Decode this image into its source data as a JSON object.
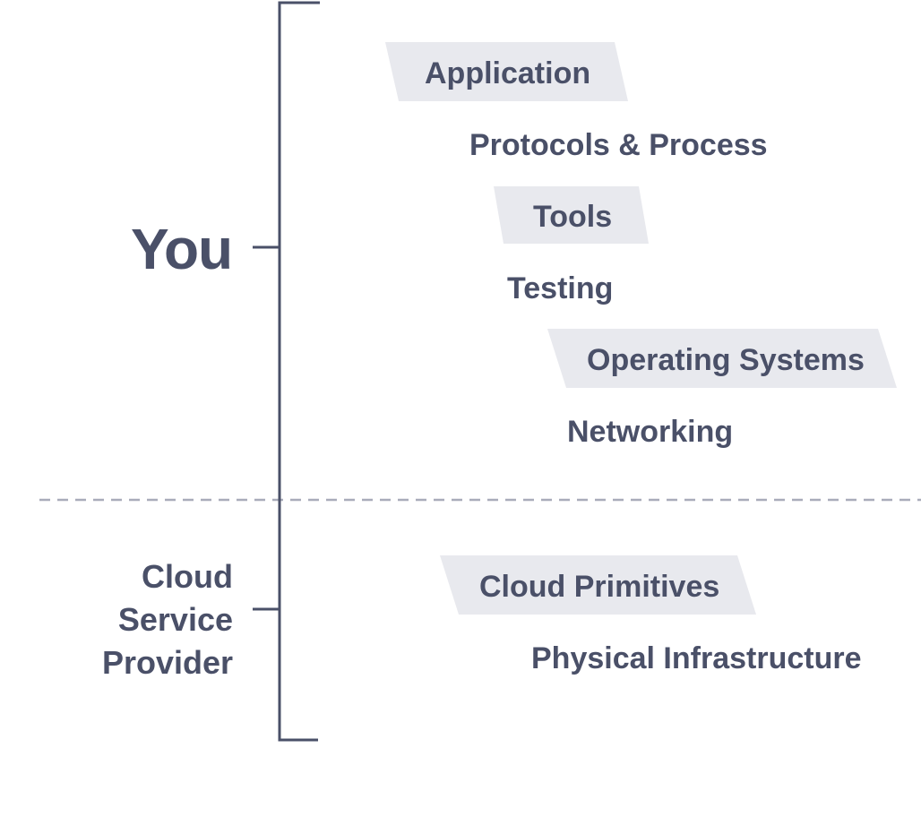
{
  "owners": {
    "you": "You",
    "provider_lines": [
      "Cloud",
      "Service",
      "Provider"
    ]
  },
  "layers": {
    "application": "Application",
    "protocols": "Protocols & Process",
    "tools": "Tools",
    "testing": "Testing",
    "operating_systems": "Operating Systems",
    "networking": "Networking",
    "cloud_primitives": "Cloud Primitives",
    "physical_infrastructure": "Physical Infrastructure"
  },
  "colors": {
    "text": "#4a5068",
    "highlight": "#e8e9ee",
    "divider": "#a9acba",
    "bracket": "#4a5068"
  }
}
